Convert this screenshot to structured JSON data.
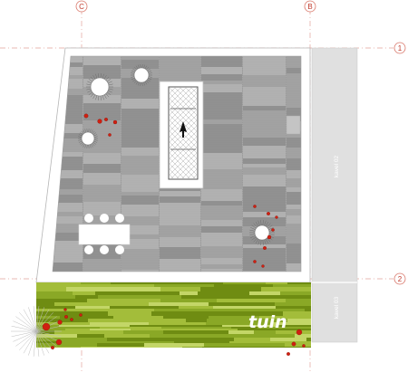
{
  "grid": {
    "columns": [
      {
        "id": "col-c",
        "label": "C"
      },
      {
        "id": "col-b",
        "label": "B"
      }
    ],
    "rows": [
      {
        "id": "row-1",
        "label": "1"
      },
      {
        "id": "row-2",
        "label": "2"
      }
    ]
  },
  "labels": {
    "garden": "tuin",
    "kavel_upper": "kavel 02",
    "kavel_lower": "kavel 03"
  },
  "colors": {
    "deck_dark": "#8c8c8c",
    "deck_light": "#c9c9c9",
    "lawn_dark": "#6f8c12",
    "lawn_light": "#a3bd3a",
    "kavel_fill": "#e0e0e0",
    "grid_line": "#e3a49b",
    "flower": "#d01f10"
  }
}
